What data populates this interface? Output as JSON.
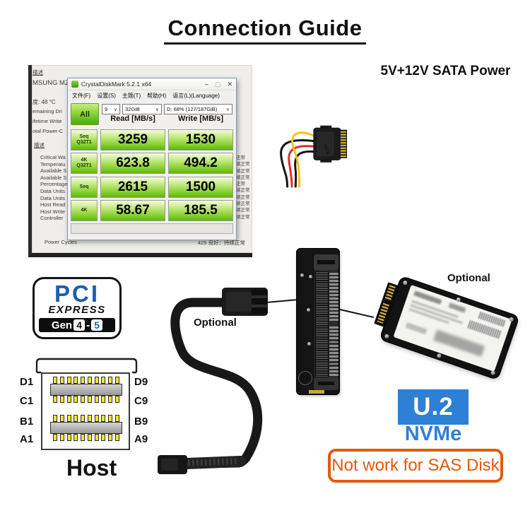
{
  "page": {
    "title": "Connection Guide"
  },
  "benchmark": {
    "window_title": "CrystalDiskMark 5.2.1 x64",
    "menu_items": [
      "文件(F)",
      "设置(S)",
      "主题(T)",
      "帮助(H)",
      "语言(L)(Language)"
    ],
    "window_controls": {
      "minimize": "–",
      "maximize": "▢",
      "close": "✕"
    },
    "all_button": "All",
    "test_count": "9",
    "test_size": "32GiB",
    "drive": "D: 68% (127/187GiB)",
    "chevron": "∨",
    "read_header": "Read [MB/s]",
    "write_header": "Write [MB/s]",
    "rows": [
      {
        "label": "Seq Q32T1",
        "read": "3259",
        "write": "1530"
      },
      {
        "label": "4K Q32T1",
        "read": "623.8",
        "write": "494.2"
      },
      {
        "label": "Seq",
        "read": "2615",
        "write": "1500"
      },
      {
        "label": "4K",
        "read": "58.67",
        "write": "185.5"
      }
    ],
    "background_window": {
      "section_header": "描述",
      "drive_title": "MSUNG MZV",
      "info_lines": [
        "度: 48 °C",
        "emaining Dri",
        "ifetime Write",
        "otal Power-C"
      ],
      "section_header2": "描述",
      "attribute_rows": [
        "Critical Wa",
        "Temperatu",
        "Available S",
        "Available S",
        "Percentage",
        "Data Units",
        "Data Units",
        "Host Read",
        "Host Write",
        "Controller"
      ],
      "status_rows": [
        "正常",
        "续正常",
        "续正常",
        "续正常",
        "正常",
        "续正常",
        "续正常",
        "续正常",
        "续正常",
        "续正常"
      ],
      "power_cycles_label": "Power Cycles",
      "bottom_status": "425   良好：持续正常"
    }
  },
  "sata": {
    "label": "5V+12V SATA Power",
    "embossed": "SATA"
  },
  "pcie_logo": {
    "line1": "PCI",
    "line2": "EXPRESS",
    "gen": "Gen",
    "v1": "4",
    "dash": "-",
    "v2": "5"
  },
  "cable": {
    "optional_label": "Optional"
  },
  "pinout": {
    "left_labels": [
      "D1",
      "C1",
      "B1",
      "A1"
    ],
    "right_labels": [
      "D9",
      "C9",
      "B9",
      "A9"
    ],
    "host_label": "Host"
  },
  "ssd": {
    "optional_label": "Optional"
  },
  "u2": {
    "logo": "U.2",
    "sub": "NVMe",
    "warning": "Not work for SAS Disk"
  },
  "colors": {
    "u2_blue": "#2e7fd6",
    "pci_blue": "#1c5fb0",
    "warning_orange": "#e2590e",
    "cdm_green": "#7ecc28",
    "wire_red": "#e03030",
    "wire_yellow": "#f0c419"
  }
}
